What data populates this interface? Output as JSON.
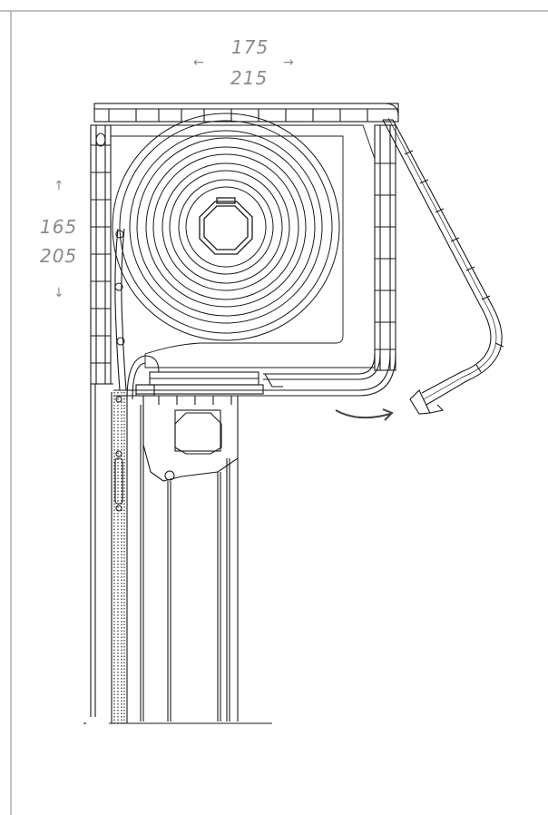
{
  "dimensions": {
    "width_top": "175",
    "width_bottom": "215",
    "height_top": "165",
    "height_bottom": "205"
  },
  "arrows": {
    "left": "←",
    "right": "→",
    "up": "↑",
    "down": "↓"
  },
  "colors": {
    "line": "#1a1a1a",
    "dimension_text": "#8a8a8a",
    "frame": "#9a9a9a",
    "open_arrow": "#444444"
  }
}
